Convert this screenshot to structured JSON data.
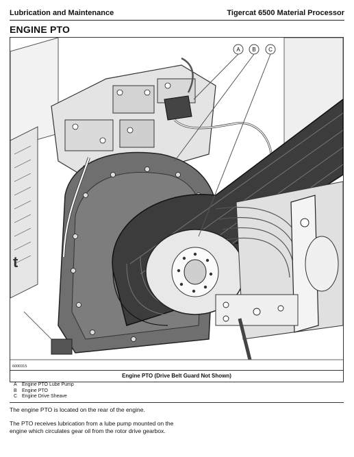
{
  "header": {
    "left": "Lubrication and Maintenance",
    "right": "Tigercat 6500 Material Processor"
  },
  "section_title": "ENGINE PTO",
  "figure": {
    "id": "6000315",
    "callouts": [
      "A",
      "B",
      "C"
    ],
    "caption": "Engine PTO (Drive Belt Guard Not Shown)",
    "legend": [
      {
        "key": "A",
        "text": "Engine PTO Lube Pump"
      },
      {
        "key": "B",
        "text": "Engine PTO"
      },
      {
        "key": "C",
        "text": "Engine Drive Sheave"
      }
    ]
  },
  "paragraphs": [
    "The engine PTO is located on the rear of the engine.",
    "The PTO receives lubrication from a lube pump mounted on the engine which circulates gear oil from the rotor drive gearbox."
  ]
}
